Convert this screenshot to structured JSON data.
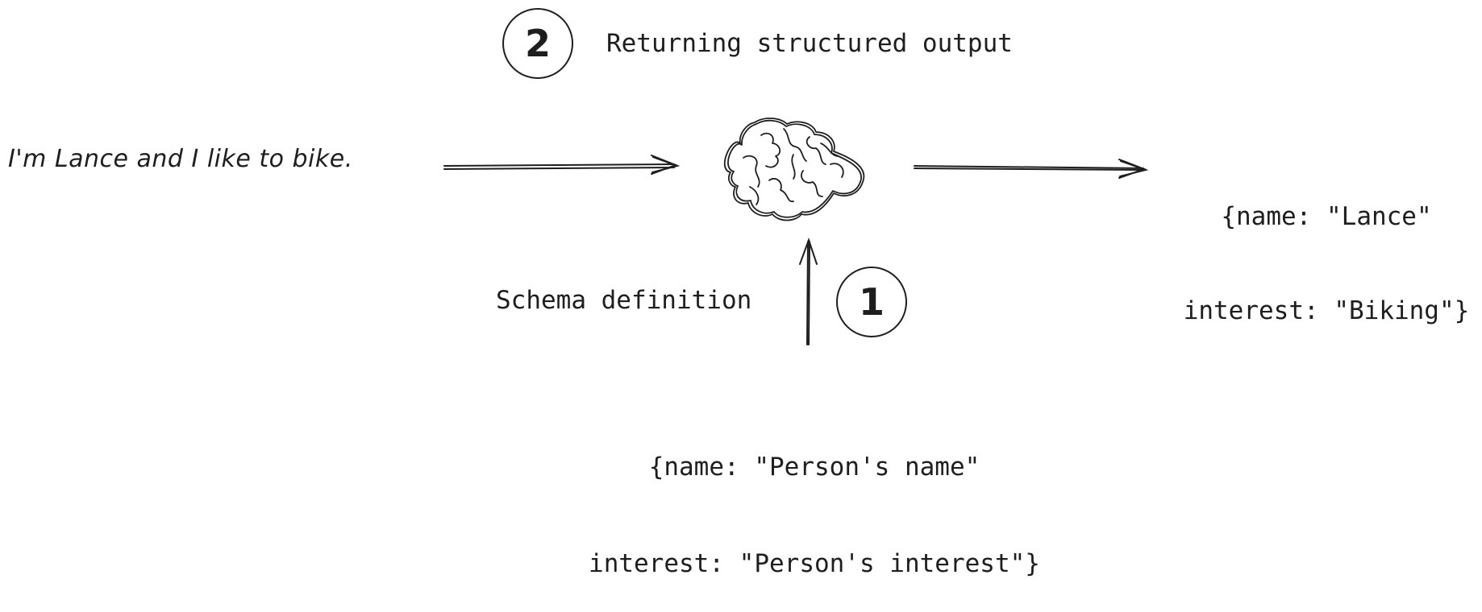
{
  "step2": {
    "number": "2",
    "label": "Returning structured output"
  },
  "input_text": "I'm Lance and I like to bike.",
  "output": {
    "line1": "{name: \"Lance\"",
    "line2": "interest: \"Biking\"}"
  },
  "step1": {
    "number": "1",
    "label": "Schema definition"
  },
  "schema": {
    "line1": "{name: \"Person's name\"",
    "line2": "interest: \"Person's interest\"}"
  },
  "icons": {
    "model": "brain-icon"
  },
  "colors": {
    "stroke": "#1e1e1e",
    "background": "#ffffff"
  }
}
